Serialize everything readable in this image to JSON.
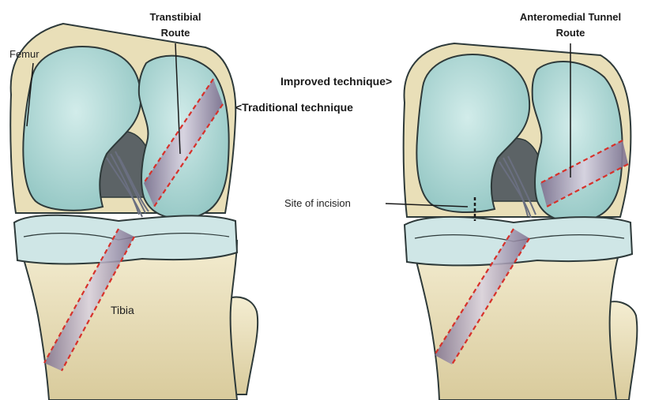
{
  "labels": {
    "transtibial_line1": "Transtibial",
    "transtibial_line2": "Route",
    "femur": "Femur",
    "tibia": "Tibia",
    "improved": "Improved technique>",
    "traditional": "<Traditional technique",
    "anteromedial_line1": "Anteromedial Tunnel",
    "anteromedial_line2": "Route",
    "incision": "Site of incision"
  },
  "colors": {
    "cartilage": "#b9dcd9",
    "cartilage_dark": "#86bcb9",
    "bone": "#efe6c4",
    "bone_shadow": "#d6c89a",
    "meniscus": "#cfe6e6",
    "outline": "#2e3a3a",
    "tunnel_dash": "#d7312a",
    "tunnel_fill": "#9a8aa6"
  }
}
